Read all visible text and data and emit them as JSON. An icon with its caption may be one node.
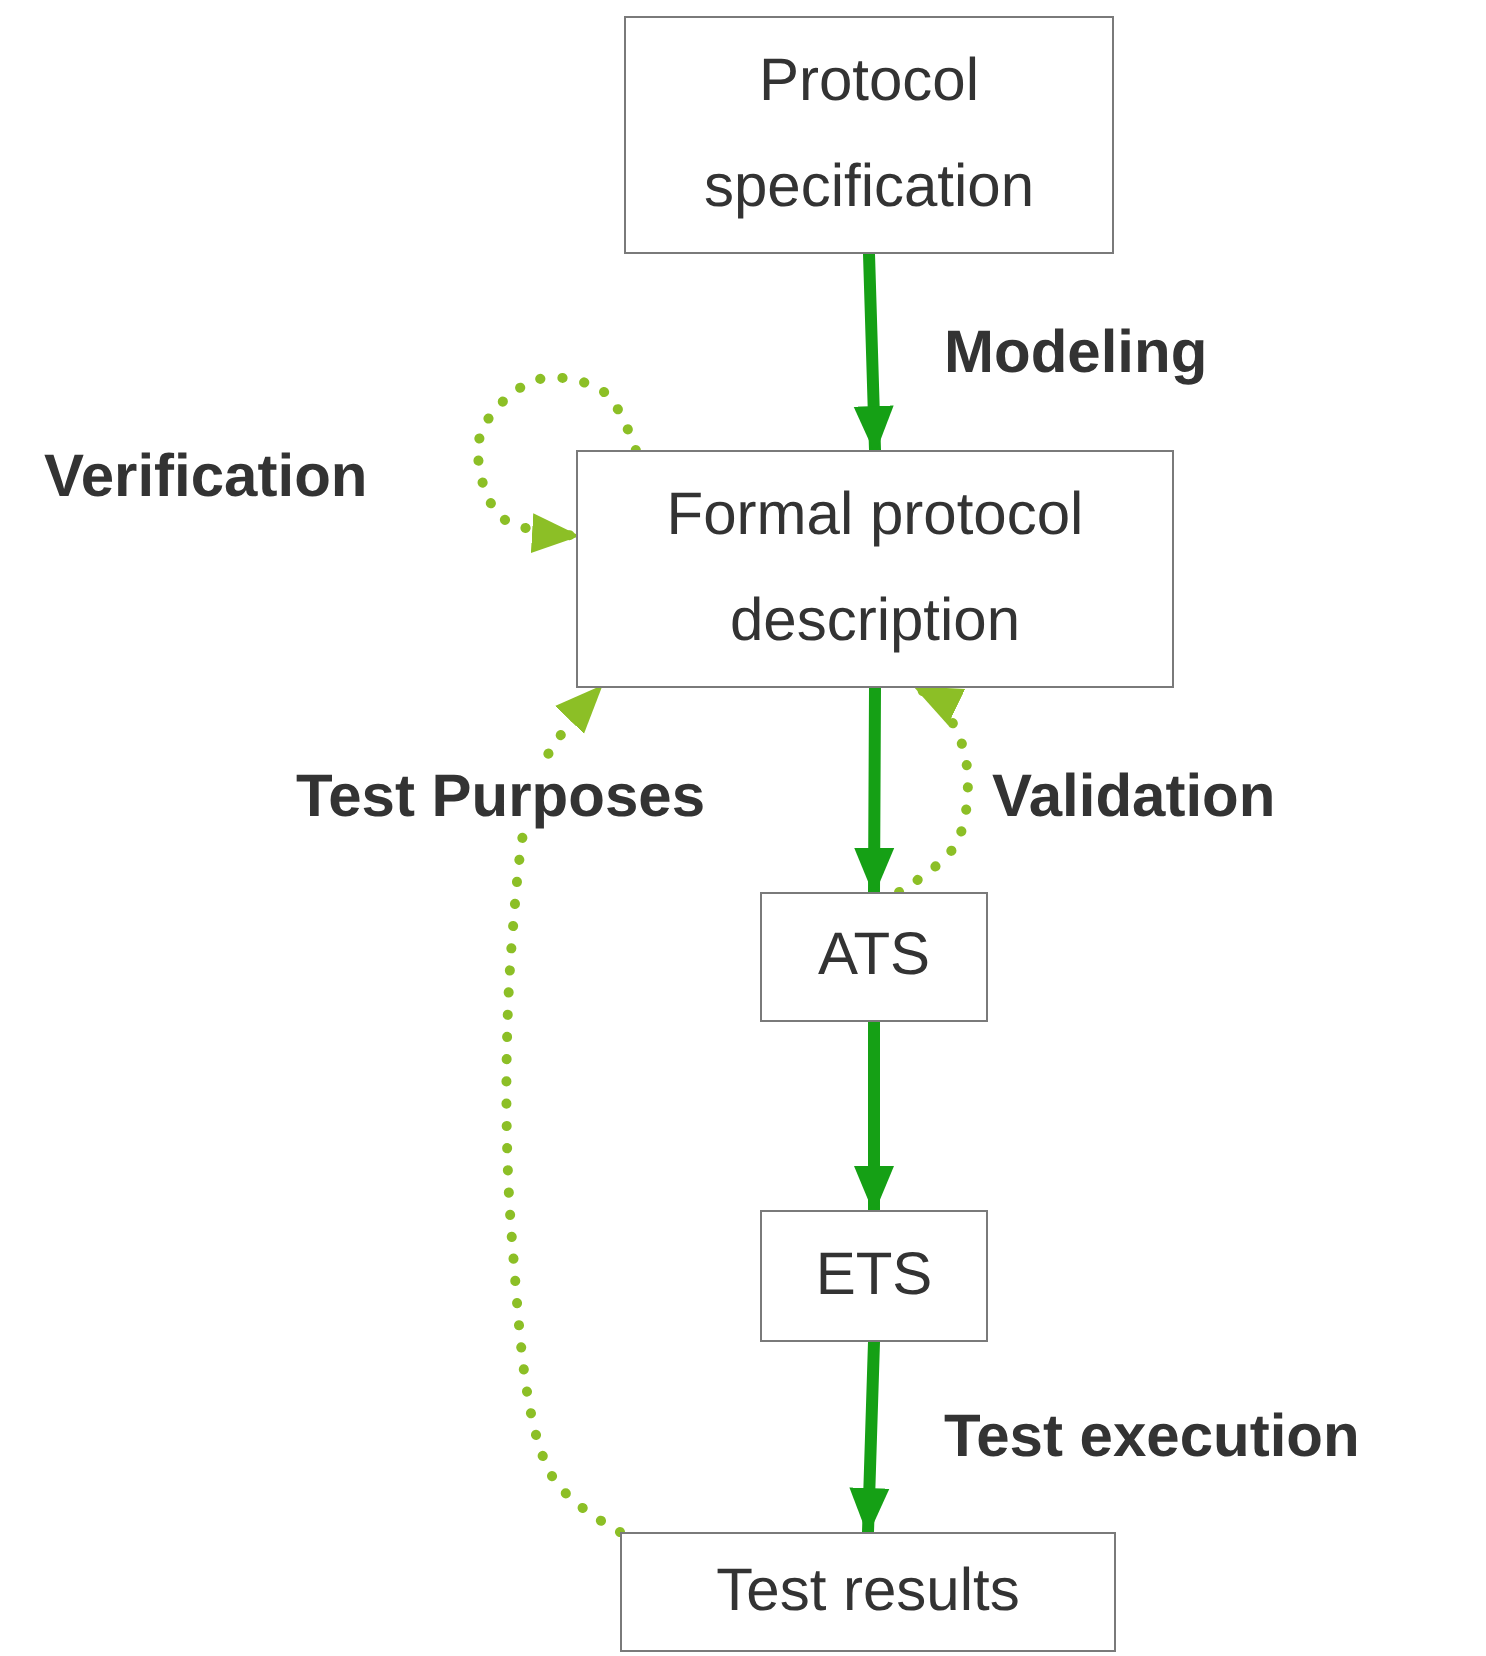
{
  "diagram": {
    "nodes": [
      {
        "text": [
          "Protocol specification"
        ]
      },
      {
        "text": [
          "Formal protocol description"
        ]
      },
      {
        "text": [
          "ATS"
        ]
      },
      {
        "text": [
          "ETS"
        ]
      },
      {
        "text": [
          "Test results"
        ]
      }
    ],
    "edges": [
      {
        "from": 0,
        "to": 1,
        "arrow": "to",
        "label": "Modeling"
      },
      {
        "from": 1,
        "to": 1,
        "arrow": "to",
        "label": "Verification",
        "style": "dashed",
        "color": "#8cbf26"
      },
      {
        "from": 1,
        "to": 2,
        "arrow": "to"
      },
      {
        "from": 2,
        "to": 1,
        "arrow": "to",
        "label": "Validation",
        "style": "dashed",
        "color": "#8cbf26"
      },
      {
        "from": 2,
        "to": 3,
        "arrow": "to"
      },
      {
        "from": 3,
        "to": 4,
        "arrow": "to",
        "label": "Test execution"
      },
      {
        "from": 4,
        "to": 1,
        "arrow": "to",
        "label": "Test Purposes",
        "style": "dashed",
        "color": "#8cbf26"
      }
    ]
  }
}
